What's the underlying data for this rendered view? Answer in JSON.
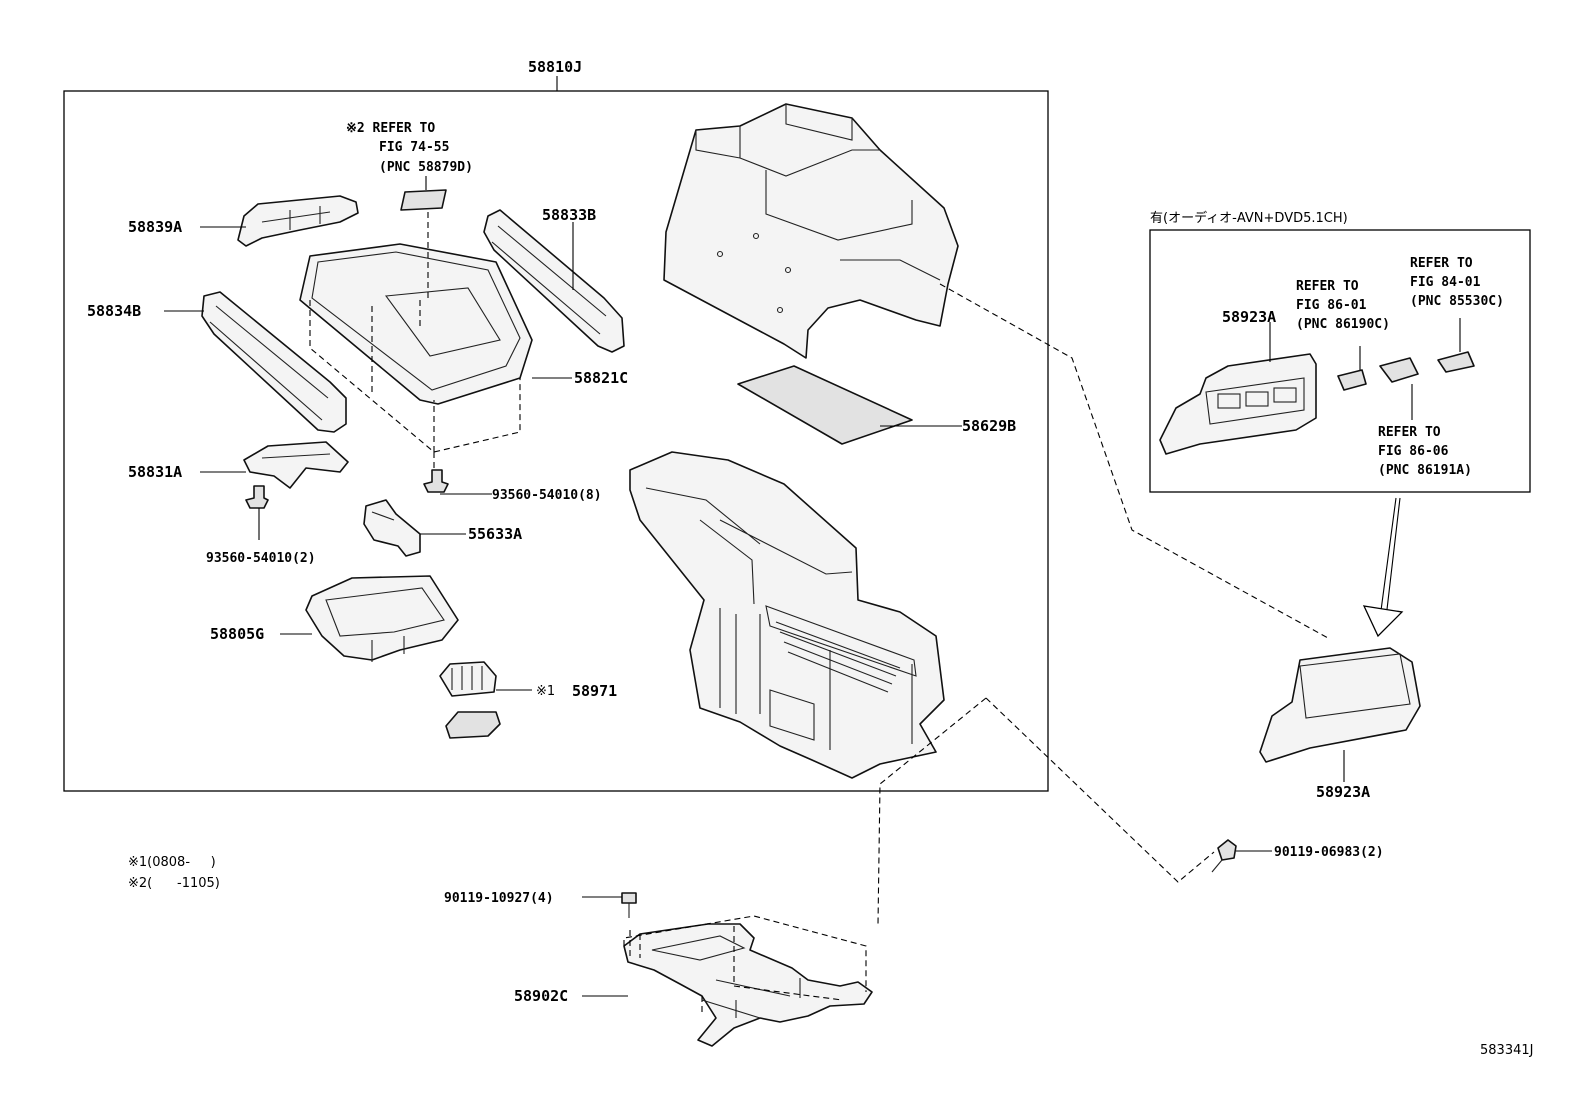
{
  "assembly": {
    "part_no": "58810J"
  },
  "parts": {
    "p58839A": "58839A",
    "p58834B": "58834B",
    "p58833B": "58833B",
    "p58821C": "58821C",
    "p58629B": "58629B",
    "p58831A": "58831A",
    "p55633A": "55633A",
    "p58805G": "58805G",
    "p58971": "58971",
    "p58971_mark": "※1",
    "screw_8": "93560-54010(8)",
    "screw_2": "93560-54010(2)",
    "bolt_4": "90119-10927(4)",
    "bolt_2": "90119-06983(2)",
    "p58902C": "58902C",
    "p58923A_inset": "58923A",
    "p58923A": "58923A"
  },
  "refer_top": {
    "line1": "※2 REFER TO",
    "line2": "FIG 74-55",
    "line3": "(PNC 58879D)"
  },
  "inset": {
    "title": "有(オーディオ-AVN+DVD5.1CH)",
    "ref_a": {
      "line1": "REFER TO",
      "line2": "FIG 86-01",
      "line3": "(PNC 86190C)"
    },
    "ref_b": {
      "line1": "REFER TO",
      "line2": "FIG 84-01",
      "line3": "(PNC 85530C)"
    },
    "ref_c": {
      "line1": "REFER TO",
      "line2": "FIG 86-06",
      "line3": "(PNC 86191A)"
    }
  },
  "notes": {
    "note1": "※1(0808-     )",
    "note2": "※2(      -1105)"
  },
  "figure_code": "583341J"
}
